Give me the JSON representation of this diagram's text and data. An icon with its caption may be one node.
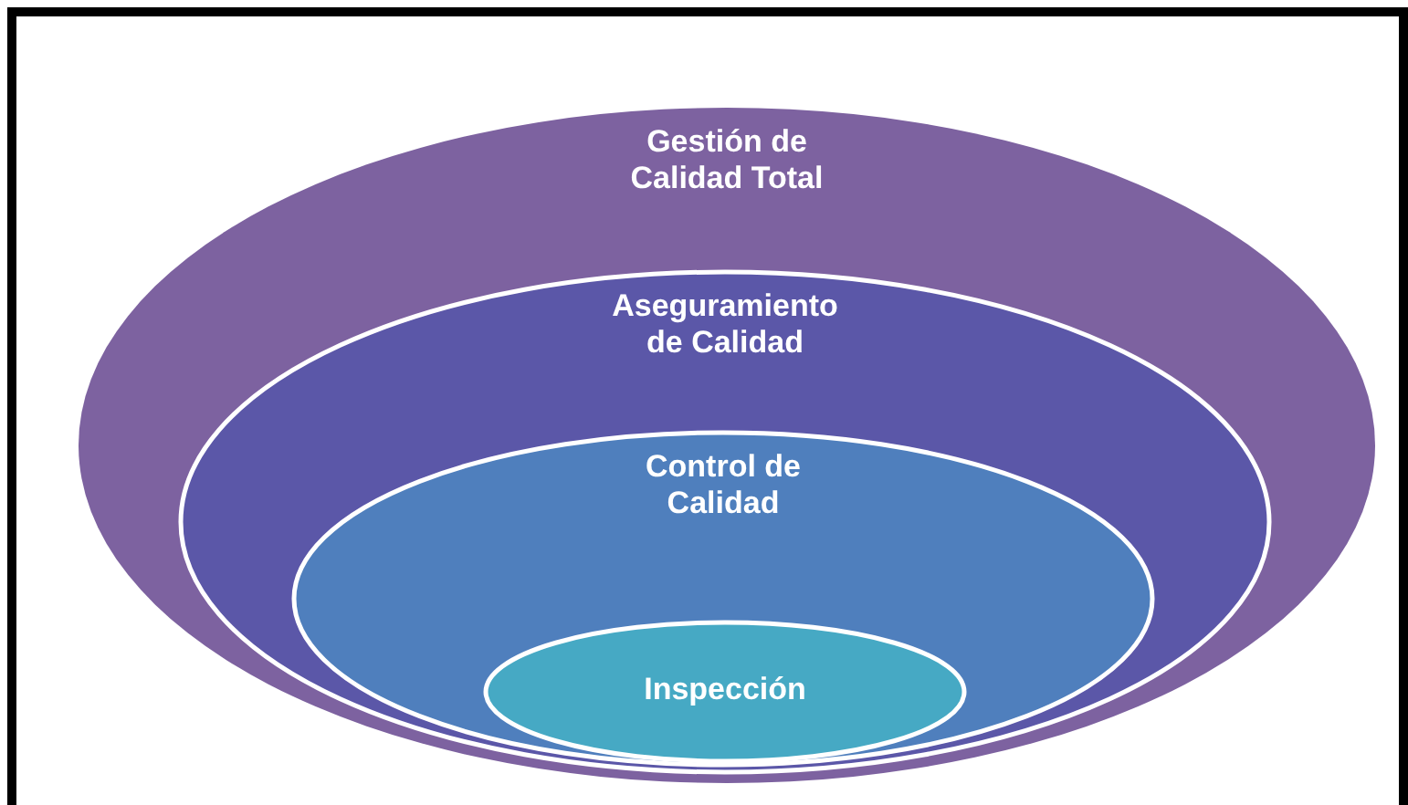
{
  "diagram": {
    "nodes": [
      {
        "text": [
          "Gestión de Calidad Total"
        ]
      },
      {
        "text": [
          "Aseguramiento de Calidad"
        ],
        "in": 0
      },
      {
        "text": [
          "Control de Calidad"
        ],
        "in": 1
      },
      {
        "text": [
          "Inspección"
        ],
        "in": 2
      }
    ]
  }
}
